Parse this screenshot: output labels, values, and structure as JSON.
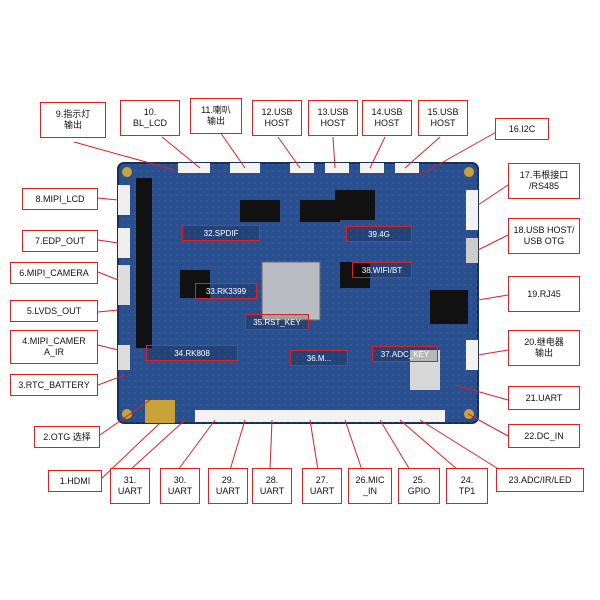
{
  "labels": [
    {
      "id": "l9",
      "text": "9.指示灯\n输出"
    },
    {
      "id": "l10",
      "text": "10.\nBL_LCD"
    },
    {
      "id": "l11",
      "text": "11.喇叭\n输出"
    },
    {
      "id": "l12",
      "text": "12.USB\nHOST"
    },
    {
      "id": "l13",
      "text": "13.USB\nHOST"
    },
    {
      "id": "l14",
      "text": "14.USB\nHOST"
    },
    {
      "id": "l15",
      "text": "15.USB\nHOST"
    },
    {
      "id": "l16",
      "text": "16.I2C"
    },
    {
      "id": "l17",
      "text": "17.韦根接口\n/RS485"
    },
    {
      "id": "l18",
      "text": "18.USB HOST/\nUSB OTG"
    },
    {
      "id": "l19",
      "text": "19.RJ45"
    },
    {
      "id": "l20",
      "text": "20.继电器\n输出"
    },
    {
      "id": "l21",
      "text": "21.UART"
    },
    {
      "id": "l22",
      "text": "22.DC_IN"
    },
    {
      "id": "l23",
      "text": "23.ADC/IR/LED"
    },
    {
      "id": "l24",
      "text": "24.\nTP1"
    },
    {
      "id": "l25",
      "text": "25.\nGPIO"
    },
    {
      "id": "l26",
      "text": "26.MIC\n_IN"
    },
    {
      "id": "l27",
      "text": "27.\nUART"
    },
    {
      "id": "l28",
      "text": "28.\nUART"
    },
    {
      "id": "l29",
      "text": "29.\nUART"
    },
    {
      "id": "l30",
      "text": "30.\nUART"
    },
    {
      "id": "l31",
      "text": "31.\nUART"
    },
    {
      "id": "l1",
      "text": "1.HDMI"
    },
    {
      "id": "l2",
      "text": "2.OTG 选择"
    },
    {
      "id": "l3",
      "text": "3.RTC_BATTERY"
    },
    {
      "id": "l4",
      "text": "4.MIPI_CAMER\nA_IR"
    },
    {
      "id": "l5",
      "text": "5.LVDS_OUT"
    },
    {
      "id": "l6",
      "text": "6.MIPI_CAMERA"
    },
    {
      "id": "l7",
      "text": "7.EDP_OUT"
    },
    {
      "id": "l8",
      "text": "8.MIPI_LCD"
    }
  ],
  "board_labels": [
    {
      "id": "b32",
      "text": "32.SPDIF"
    },
    {
      "id": "b33",
      "text": "33.RK3399"
    },
    {
      "id": "b34",
      "text": "34.RK808"
    },
    {
      "id": "b35",
      "text": "35.RST_KEY"
    },
    {
      "id": "b36",
      "text": "36.M..."
    },
    {
      "id": "b37",
      "text": "37.ADC_KEY"
    },
    {
      "id": "b38",
      "text": "38.WIFI/BT"
    },
    {
      "id": "b39",
      "text": "39.4G"
    }
  ],
  "colors": {
    "accent": "#e02020",
    "board": "#2a4f8e",
    "board_dark": "#1d3a6b"
  }
}
